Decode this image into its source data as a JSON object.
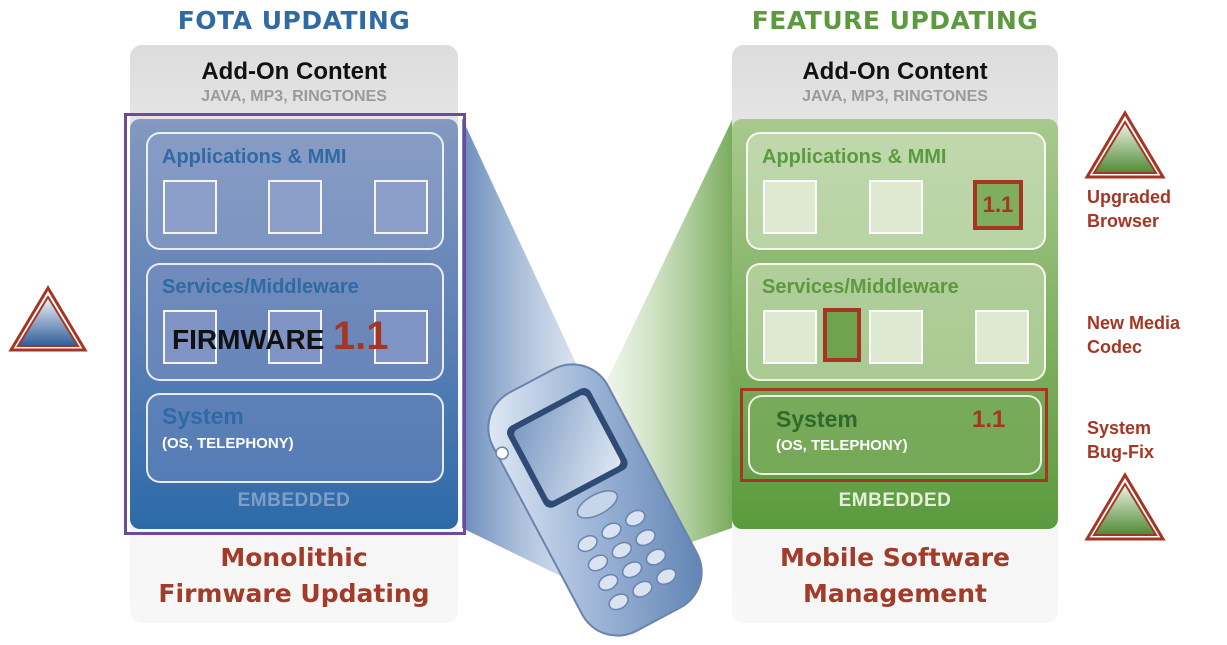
{
  "left": {
    "title": "FOTA UPDATING",
    "addon_title": "Add-On Content",
    "addon_sub": "JAVA, MP3, RINGTONES",
    "apps_label": "Applications & MMI",
    "services_label": "Services/Middleware",
    "firmware_label": "FIRMWARE",
    "firmware_version": "1.1",
    "system_label": "System",
    "system_sub": "(OS, TELEPHONY)",
    "embedded_label": "EMBEDDED",
    "caption_line1": "Monolithic",
    "caption_line2": "Firmware Updating"
  },
  "right": {
    "title": "FEATURE UPDATING",
    "addon_title": "Add-On Content",
    "addon_sub": "JAVA, MP3, RINGTONES",
    "apps_label": "Applications & MMI",
    "apps_version": "1.1",
    "services_label": "Services/Middleware",
    "system_label": "System",
    "system_version": "1.1",
    "system_sub": "(OS, TELEPHONY)",
    "embedded_label": "EMBEDDED",
    "caption_line1": "Mobile Software",
    "caption_line2": "Management"
  },
  "side_labels": {
    "browser_line1": "Upgraded",
    "browser_line2": "Browser",
    "codec_line1": "New Media",
    "codec_line2": "Codec",
    "bugfix_line1": "System",
    "bugfix_line2": "Bug-Fix"
  },
  "colors": {
    "fota_blue": "#2f6aa5",
    "feature_green": "#5b9a3e",
    "update_red": "#a53624",
    "purple_outline": "#6b4c9a"
  },
  "icons": [
    "warning-triangle-icon",
    "mobile-phone-icon"
  ]
}
